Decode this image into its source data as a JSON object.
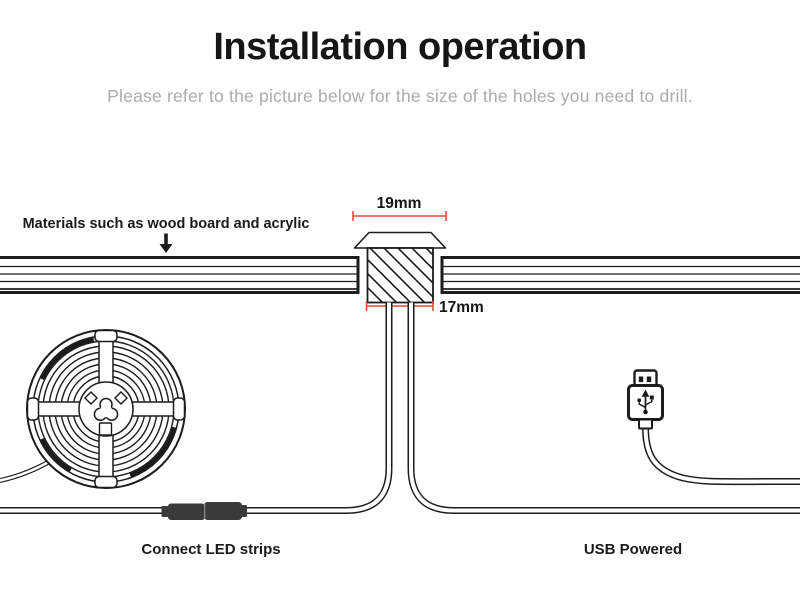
{
  "header": {
    "title": "Installation operation",
    "subtitle": "Please refer to the picture below for the size of the holes you need to drill."
  },
  "diagram": {
    "materials_label": "Materials such as wood board and acrylic",
    "hole_top_dimension": "19mm",
    "hole_bottom_dimension": "17mm",
    "led_strip_label": "Connect LED strips",
    "usb_label": "USB Powered"
  },
  "icons": {
    "reel": "led-strip-reel-icon",
    "usb": "usb-plug-icon",
    "down_arrow": "down-arrow-icon",
    "connector": "inline-connector-icon"
  },
  "colors": {
    "dim_red": "#e8483a",
    "line_black": "#1c1c1c",
    "subtitle_gray": "#ababab",
    "connector_dark": "#3a3a3a"
  }
}
